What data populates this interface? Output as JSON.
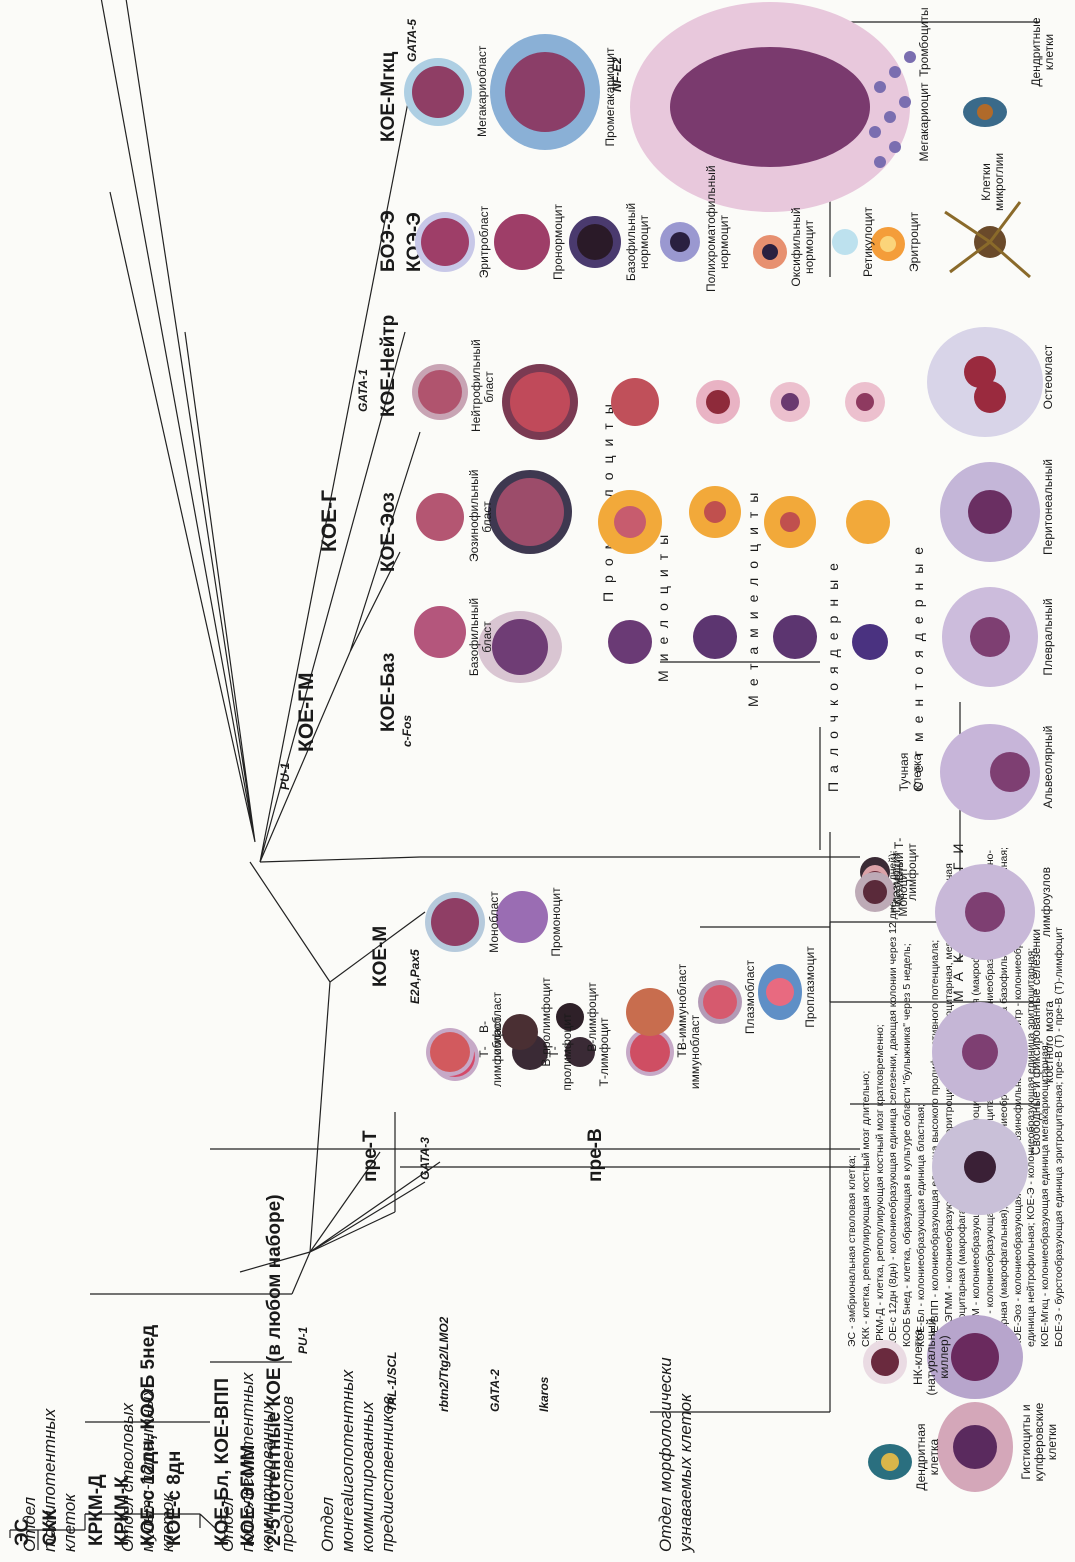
{
  "sections": {
    "totipotent": "Отдел тотипотентных клеток",
    "stem_multipotent": "Отдел стволовых мульти-потентных клеток",
    "polyoligopotent": "Отдел полиолигопотентных коммитированных предшественников",
    "monooligopotent": "Отдел монrealигопотентных коммитированных предшественников",
    "morphological": "Отдел морфологически узнаваемых клеток"
  },
  "stem": {
    "es": "ЭС",
    "skk": "СКК",
    "krkm_d": "КРКМ-Д",
    "krkm_k": "КРКМ-К",
    "koe_c12": "КОЕ-с 12дн, КООБ 5нед",
    "koe_c8": "КОЕ-с 8дн",
    "koe_bl": "КОЕ-Бл, КОЕ-ВПП",
    "koe_egmm": "КОЕ-ЭГММ",
    "potent": "2-5 потентные КОЕ (в любом наборе)"
  },
  "genes": {
    "tal": "TAL-1/SCL",
    "rbtn": "rbtn2/Ttg2/LMO2",
    "gata2": "GATA-2",
    "ikaros": "Ikaros",
    "pu1_a": "PU-1",
    "pu1_b": "PU-1",
    "cfos": "c-Fos",
    "gata1": "GATA-1",
    "gata3": "GATA-3",
    "e2a": "E2A,Pax5",
    "gata5": "GATA-5",
    "nfe2": "NF-E2"
  },
  "progenitors": {
    "pre_t": "пре-Т",
    "pre_b": "пре-В",
    "koe_m": "КОЕ-М",
    "koe_gm": "КОЕ-ГМ",
    "koe_baz": "КОЕ-Баз",
    "koe_g": "КОЕ-Г",
    "koe_eoz": "КОЕ-Эоз",
    "koe_neitr": "КОЕ-Нейтр",
    "boe_e": "БОЭ-Э",
    "koe_e": "КОЭ-Э",
    "koe_mgkc": "КОЕ-Мгкц"
  },
  "legend": [
    "ЭС - эмбриональная стволовая клетка;",
    "СКК - клетка, репопулирующая костный мозг длительно;",
    "КРКМ-Д - клетка, репопулирующая костный мозг кратковременно;",
    "КОЕ-с 12дн (8дн) - колониеобразующая единица селезенки, дающая колонии через 12 дней (8 дней);",
    "КООБ 5нед - клетка, образующая в культуре области \"булыжника\" через 5 недель;",
    "КОЕ-Бл - колониеобразующая единица бластная;",
    "КОЕ-ВПП - колониеобразующая единица высокого пролиферативного потенциала;",
    "КОЕ-ЭГММ - колониеобразующая единица эритроцитарная, гранулоцитарная, мегакариоцитарная",
    "и моноцитарная (макрофагальная);",
    "КОЕ-ГМ - колониеобразующая единица гранулоцитарно-моноцитарная (макрофагальная);",
    "КОЕ-Г - колониеобразующая единица гранулоцитарная; КОЕ-М - колониеобразующая единица моно-",
    "цитарная (макрофагальная); КОЕ-Баз - колониеобразующая единица базофильная и тучноклеточная;",
    "КОЕ-Эоз - колониеобразующая единица эозинофильная; КОЕ-Нейтр - колониеобразующая",
    "единица нейтрофильная; КОЕ-Э - колониеобразующая единица эритроцитарная;",
    "КОЕ-Мгкц - колониеобразующая единица мегакариоцитарная;",
    "БОЕ-Э - бурстообразующая единица эритроцитарная; пре-В (Т) - пре-В (Т)-лимфоцит"
  ],
  "cells": {
    "t_lymphoblast": "Т-лимфобласт",
    "t_prolymphocyte": "Т-пролимфоцит",
    "t_lymphocyte": "Т-лимфоцит",
    "t_immunoblast": "Т-иммунобласт",
    "active_t": "Активный Т-лимфоцит",
    "b_lymphoblast": "В-лимфобласт",
    "b_prolymphocyte": "В-пролимфоцит",
    "b_lymphocyte": "В-лимфоцит",
    "b_immunoblast": "В-иммунобласт",
    "plasmablast": "Плазмобласт",
    "proplasmocyte": "Проплазмоцит",
    "plasmocyte": "Плазмоцит",
    "monoblast": "Монобласт",
    "promonocyte": "Промоноцит",
    "monocyte": "Моноцит",
    "baso_blast": "Базофильный бласт",
    "eos_blast": "Эозинофильный бласт",
    "neut_blast": "Нейтрофильный бласт",
    "mast": "Тучная клетка",
    "erythroblast": "Эритробласт",
    "pronormocyte": "Пронормоцит",
    "baso_normocyte": "Базофильный нормоцит",
    "poly_normocyte": "Полихроматофильный нормоцит",
    "oxy_normocyte": "Оксифильный нормоцит",
    "reticulocyte": "Ретикулоцит",
    "erythrocyte": "Эритроцит",
    "megakaryoblast": "Мегакариобласт",
    "promegakaryocyte": "Промегакариоцит",
    "megakaryocyte": "Мегакариоцит",
    "platelets": "Тромбоциты",
    "dendritic": "Дендритная клетка",
    "nk": "НК-клетка (натуральный киллер)",
    "histiocytes": "Гистиоциты и купферовские клетки",
    "spleen_bm": "Свободные и фиксированные селезенки костного мозга",
    "lymph_nodes": "лимфоузлов",
    "alveolar": "Альвеолярный",
    "pleural": "Плевральный",
    "peritoneal": "Перитонеальный",
    "osteoclast": "Остеокласт",
    "microglia": "Клетки микроглии",
    "dendritic_cells": "Дендритные клетки"
  },
  "stages": {
    "promyelocytes": "Промиелоциты",
    "myelocytes": "Миелоциты",
    "metamyelocytes": "Метамиелоциты",
    "band": "Палочкоядерные",
    "segmented": "Сегментоядерные",
    "macrophages": "МАКРОФАГИ"
  }
}
